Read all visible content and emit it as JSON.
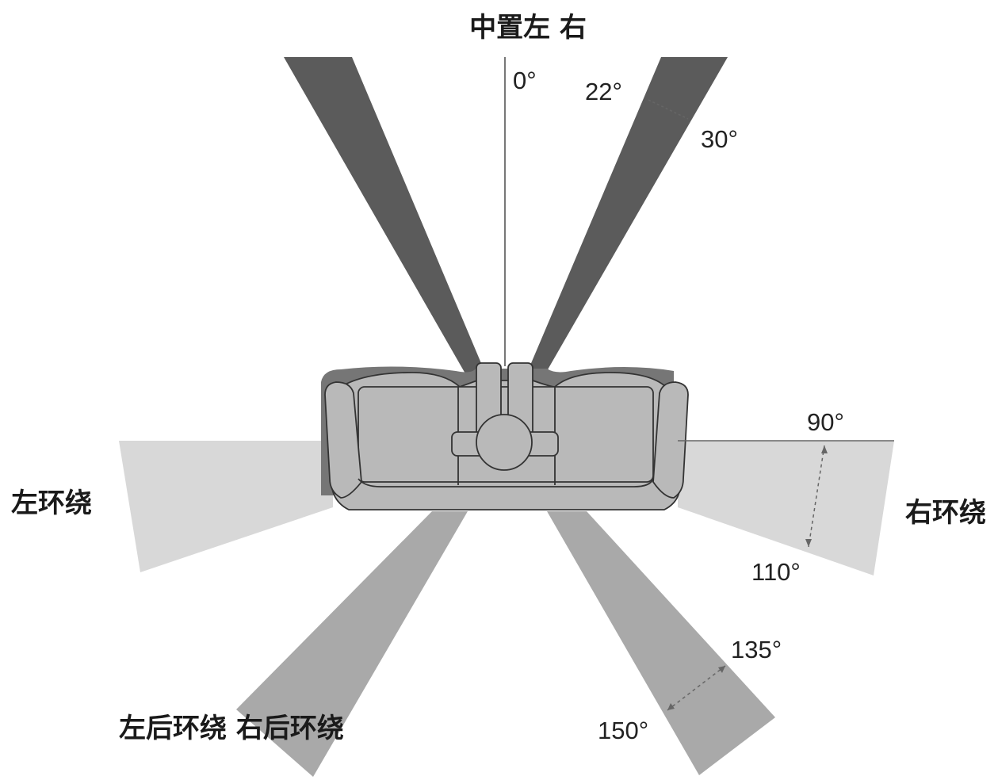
{
  "labels": {
    "top": "中置左 右",
    "left_surround": "左环绕",
    "right_surround": "右环绕",
    "rear_surround": "左后环绕 右后环绕"
  },
  "angles": {
    "center": "0°",
    "front_inner": "22°",
    "front_outer": "30°",
    "side_inner": "90°",
    "side_outer": "110°",
    "rear_inner": "135°",
    "rear_outer": "150°"
  },
  "colors": {
    "front_beam": "#5b5b5b",
    "side_beam": "#d8d8d8",
    "rear_beam": "#a9a9a9",
    "sofa_fill": "#b9b9b9",
    "sofa_shadow": "#767676",
    "outline": "#333333"
  }
}
